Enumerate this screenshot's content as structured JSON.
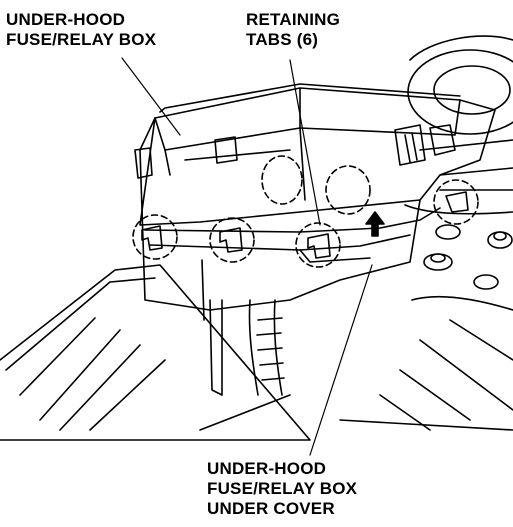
{
  "labels": {
    "fuse_box": {
      "line1": "UNDER-HOOD",
      "line2": "FUSE/RELAY BOX"
    },
    "retaining_tabs": {
      "line1": "RETAINING",
      "line2": "TABS (6)"
    },
    "under_cover": {
      "line1": "UNDER-HOOD",
      "line2": "FUSE/RELAY BOX",
      "line3": "UNDER COVER"
    }
  },
  "colors": {
    "ink": "#000000",
    "paper": "#ffffff"
  }
}
